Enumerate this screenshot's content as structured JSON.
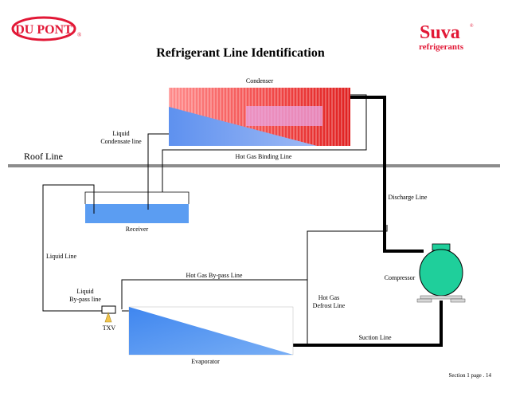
{
  "header": {
    "logo_text": "DU PONT",
    "title": "Refrigerant  Line  Identification",
    "brand_name": "Suva",
    "brand_mark": "®",
    "brand_sub": "refrigerants"
  },
  "labels": {
    "condenser": "Condenser",
    "liquid_condensate_1": "Liquid",
    "liquid_condensate_2": "Condensate line",
    "hot_gas_binding": "Hot Gas Binding Line",
    "roof_line": "Roof Line",
    "discharge_line": "Discharge Line",
    "receiver": "Receiver",
    "liquid_line": "Liquid Line",
    "hot_gas_bypass": "Hot Gas By-pass Line",
    "compressor": "Compressor",
    "liquid_bypass_1": "Liquid",
    "liquid_bypass_2": "By-pass line",
    "hot_gas_defrost_1": "Hot Gas",
    "hot_gas_defrost_2": "Defrost Line",
    "txv": "TXV",
    "suction_line": "Suction Line",
    "evaporator": "Evaporator"
  },
  "footer": {
    "page_ref": "Section 1  page  . 14"
  },
  "colors": {
    "dupont_red": "#e21836",
    "condenser_red": "#f04a4a",
    "condenser_blue": "#6f9ef0",
    "liquid_blue": "#5b9df2",
    "compressor_green": "#1fcf9b",
    "line_black": "#000000",
    "roof_gray": "#8c8c8c"
  }
}
